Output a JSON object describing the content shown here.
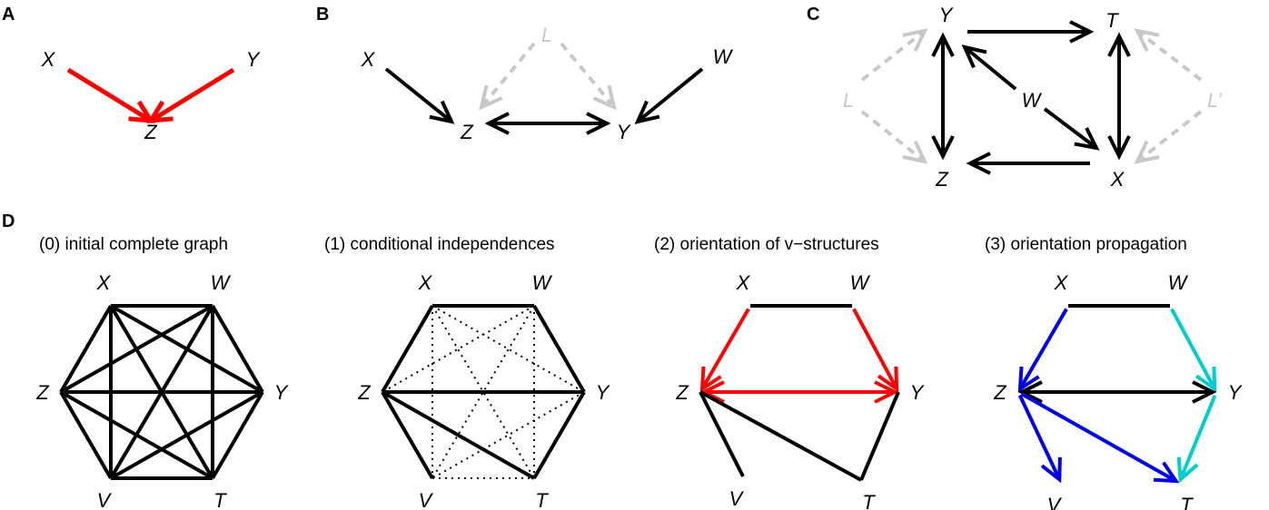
{
  "colors": {
    "black": "#000000",
    "red": "#ff0000",
    "latent_gray": "#c8c8c8",
    "blue": "#0000ee",
    "cyan": "#00cdcd"
  },
  "panels": [
    {
      "id": "A",
      "letter": "A",
      "nodes": [
        {
          "id": "X",
          "label": "X"
        },
        {
          "id": "Y",
          "label": "Y"
        },
        {
          "id": "Z",
          "label": "Z"
        }
      ],
      "edges": [
        {
          "from": "X",
          "to": "Z",
          "type": "directed",
          "color": "red",
          "style": "solid"
        },
        {
          "from": "Y",
          "to": "Z",
          "type": "directed",
          "color": "red",
          "style": "solid"
        }
      ]
    },
    {
      "id": "B",
      "letter": "B",
      "nodes": [
        {
          "id": "X",
          "label": "X"
        },
        {
          "id": "L",
          "label": "L",
          "latent": true
        },
        {
          "id": "W",
          "label": "W"
        },
        {
          "id": "Z",
          "label": "Z"
        },
        {
          "id": "Y",
          "label": "Y"
        }
      ],
      "edges": [
        {
          "from": "X",
          "to": "Z",
          "type": "directed",
          "color": "black",
          "style": "solid"
        },
        {
          "from": "W",
          "to": "Y",
          "type": "directed",
          "color": "black",
          "style": "solid"
        },
        {
          "from": "Z",
          "to": "Y",
          "type": "bidirected",
          "color": "black",
          "style": "solid"
        },
        {
          "from": "L",
          "to": "Z",
          "type": "directed",
          "color": "latent_gray",
          "style": "dashed"
        },
        {
          "from": "L",
          "to": "Y",
          "type": "directed",
          "color": "latent_gray",
          "style": "dashed"
        }
      ]
    },
    {
      "id": "C",
      "letter": "C",
      "nodes": [
        {
          "id": "Y",
          "label": "Y"
        },
        {
          "id": "T",
          "label": "T"
        },
        {
          "id": "L",
          "label": "L",
          "latent": true
        },
        {
          "id": "W",
          "label": "W"
        },
        {
          "id": "Lp",
          "label": "L’",
          "latent": true
        },
        {
          "id": "Z",
          "label": "Z"
        },
        {
          "id": "X",
          "label": "X"
        }
      ],
      "edges": [
        {
          "from": "Y",
          "to": "T",
          "type": "directed",
          "color": "black",
          "style": "solid"
        },
        {
          "from": "Y",
          "to": "Z",
          "type": "bidirected",
          "color": "black",
          "style": "solid"
        },
        {
          "from": "T",
          "to": "X",
          "type": "bidirected",
          "color": "black",
          "style": "solid"
        },
        {
          "from": "W",
          "to": "Y",
          "type": "directed",
          "color": "black",
          "style": "solid"
        },
        {
          "from": "W",
          "to": "X",
          "type": "directed",
          "color": "black",
          "style": "solid"
        },
        {
          "from": "X",
          "to": "Z",
          "type": "directed",
          "color": "black",
          "style": "solid"
        },
        {
          "from": "L",
          "to": "Y",
          "type": "directed",
          "color": "latent_gray",
          "style": "dashed"
        },
        {
          "from": "L",
          "to": "Z",
          "type": "directed",
          "color": "latent_gray",
          "style": "dashed"
        },
        {
          "from": "Lp",
          "to": "T",
          "type": "directed",
          "color": "latent_gray",
          "style": "dashed"
        },
        {
          "from": "Lp",
          "to": "X",
          "type": "directed",
          "color": "latent_gray",
          "style": "dashed"
        }
      ]
    }
  ],
  "panel_D": {
    "letter": "D",
    "nodes": [
      {
        "id": "X",
        "label": "X"
      },
      {
        "id": "W",
        "label": "W"
      },
      {
        "id": "Z",
        "label": "Z"
      },
      {
        "id": "Y",
        "label": "Y"
      },
      {
        "id": "V",
        "label": "V"
      },
      {
        "id": "T",
        "label": "T"
      }
    ],
    "steps": [
      {
        "title": "(0) initial complete graph",
        "edges": [
          {
            "from": "X",
            "to": "W",
            "type": "undirected",
            "color": "black",
            "style": "solid"
          },
          {
            "from": "X",
            "to": "Z",
            "type": "undirected",
            "color": "black",
            "style": "solid"
          },
          {
            "from": "X",
            "to": "Y",
            "type": "undirected",
            "color": "black",
            "style": "solid"
          },
          {
            "from": "X",
            "to": "V",
            "type": "undirected",
            "color": "black",
            "style": "solid"
          },
          {
            "from": "X",
            "to": "T",
            "type": "undirected",
            "color": "black",
            "style": "solid"
          },
          {
            "from": "W",
            "to": "Z",
            "type": "undirected",
            "color": "black",
            "style": "solid"
          },
          {
            "from": "W",
            "to": "Y",
            "type": "undirected",
            "color": "black",
            "style": "solid"
          },
          {
            "from": "W",
            "to": "V",
            "type": "undirected",
            "color": "black",
            "style": "solid"
          },
          {
            "from": "W",
            "to": "T",
            "type": "undirected",
            "color": "black",
            "style": "solid"
          },
          {
            "from": "Z",
            "to": "Y",
            "type": "undirected",
            "color": "black",
            "style": "solid"
          },
          {
            "from": "Z",
            "to": "V",
            "type": "undirected",
            "color": "black",
            "style": "solid"
          },
          {
            "from": "Z",
            "to": "T",
            "type": "undirected",
            "color": "black",
            "style": "solid"
          },
          {
            "from": "Y",
            "to": "V",
            "type": "undirected",
            "color": "black",
            "style": "solid"
          },
          {
            "from": "Y",
            "to": "T",
            "type": "undirected",
            "color": "black",
            "style": "solid"
          },
          {
            "from": "V",
            "to": "T",
            "type": "undirected",
            "color": "black",
            "style": "solid"
          }
        ]
      },
      {
        "title": "(1) conditional independences",
        "edges": [
          {
            "from": "X",
            "to": "W",
            "type": "undirected",
            "color": "black",
            "style": "solid"
          },
          {
            "from": "X",
            "to": "Z",
            "type": "undirected",
            "color": "black",
            "style": "solid"
          },
          {
            "from": "W",
            "to": "Y",
            "type": "undirected",
            "color": "black",
            "style": "solid"
          },
          {
            "from": "Z",
            "to": "Y",
            "type": "undirected",
            "color": "black",
            "style": "solid"
          },
          {
            "from": "Z",
            "to": "V",
            "type": "undirected",
            "color": "black",
            "style": "solid"
          },
          {
            "from": "Z",
            "to": "T",
            "type": "undirected",
            "color": "black",
            "style": "solid"
          },
          {
            "from": "Y",
            "to": "T",
            "type": "undirected",
            "color": "black",
            "style": "solid"
          },
          {
            "from": "X",
            "to": "Y",
            "type": "removed",
            "color": "black",
            "style": "dotted"
          },
          {
            "from": "X",
            "to": "V",
            "type": "removed",
            "color": "black",
            "style": "dotted"
          },
          {
            "from": "X",
            "to": "T",
            "type": "removed",
            "color": "black",
            "style": "dotted"
          },
          {
            "from": "W",
            "to": "Z",
            "type": "removed",
            "color": "black",
            "style": "dotted"
          },
          {
            "from": "W",
            "to": "V",
            "type": "removed",
            "color": "black",
            "style": "dotted"
          },
          {
            "from": "W",
            "to": "T",
            "type": "removed",
            "color": "black",
            "style": "dotted"
          },
          {
            "from": "Y",
            "to": "V",
            "type": "removed",
            "color": "black",
            "style": "dotted"
          },
          {
            "from": "V",
            "to": "T",
            "type": "removed",
            "color": "black",
            "style": "dotted"
          }
        ]
      },
      {
        "title": "(2) orientation of v−structures",
        "edges": [
          {
            "from": "X",
            "to": "W",
            "type": "undirected",
            "color": "black",
            "style": "solid"
          },
          {
            "from": "X",
            "to": "Z",
            "type": "directed",
            "color": "red",
            "style": "solid"
          },
          {
            "from": "W",
            "to": "Y",
            "type": "directed",
            "color": "red",
            "style": "solid"
          },
          {
            "from": "Z",
            "to": "Y",
            "type": "bidirected",
            "color": "red",
            "style": "solid"
          },
          {
            "from": "Z",
            "to": "V",
            "type": "undirected",
            "color": "black",
            "style": "solid"
          },
          {
            "from": "Z",
            "to": "T",
            "type": "undirected",
            "color": "black",
            "style": "solid"
          },
          {
            "from": "Y",
            "to": "T",
            "type": "undirected",
            "color": "black",
            "style": "solid"
          }
        ]
      },
      {
        "title": "(3) orientation propagation",
        "edges": [
          {
            "from": "X",
            "to": "W",
            "type": "undirected",
            "color": "black",
            "style": "solid"
          },
          {
            "from": "X",
            "to": "Z",
            "type": "directed",
            "color": "blue",
            "style": "solid"
          },
          {
            "from": "W",
            "to": "Y",
            "type": "directed",
            "color": "cyan",
            "style": "solid"
          },
          {
            "from": "Z",
            "to": "Y",
            "type": "bidirected",
            "color": "black",
            "style": "solid"
          },
          {
            "from": "Z",
            "to": "V",
            "type": "directed",
            "color": "blue",
            "style": "solid"
          },
          {
            "from": "Z",
            "to": "T",
            "type": "directed",
            "color": "blue",
            "style": "solid"
          },
          {
            "from": "Y",
            "to": "T",
            "type": "directed",
            "color": "cyan",
            "style": "solid"
          }
        ]
      }
    ]
  }
}
